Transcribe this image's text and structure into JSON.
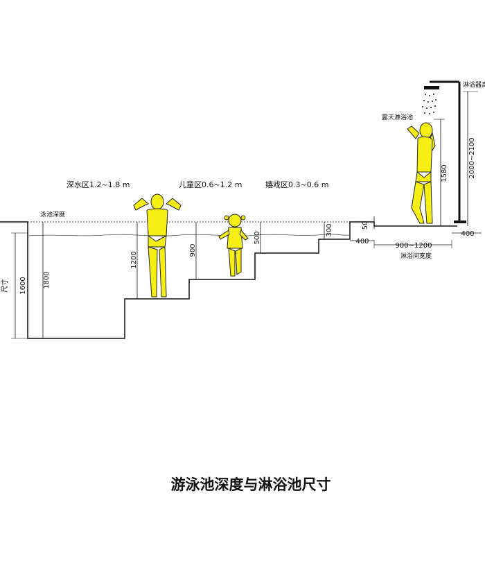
{
  "title": "游泳池深度与淋浴池尺寸",
  "zones": {
    "deep": "深水区1.2~1.8 m",
    "kids": "儿童区0.6~1.2 m",
    "play": "嬉戏区0.3~0.6 m"
  },
  "labels": {
    "pool_depth": "泳池深度",
    "outdoor_shower": "露天淋浴池",
    "shower_head": "淋浴器高",
    "shower_width": "淋浴间宽度",
    "left_cut": "尺寸"
  },
  "dimensions": {
    "d1600": "1600",
    "d1800": "1800",
    "d1200": "1200",
    "d900": "900",
    "d500": "500",
    "d300": "300",
    "d50": "50",
    "d400a": "400",
    "d900_1200": "900~1200",
    "d1580": "1580",
    "d2000_2100": "2000~2100",
    "d400b": "400"
  },
  "colors": {
    "figure": "#f7ee14",
    "line": "#111111",
    "water": "#777777"
  }
}
